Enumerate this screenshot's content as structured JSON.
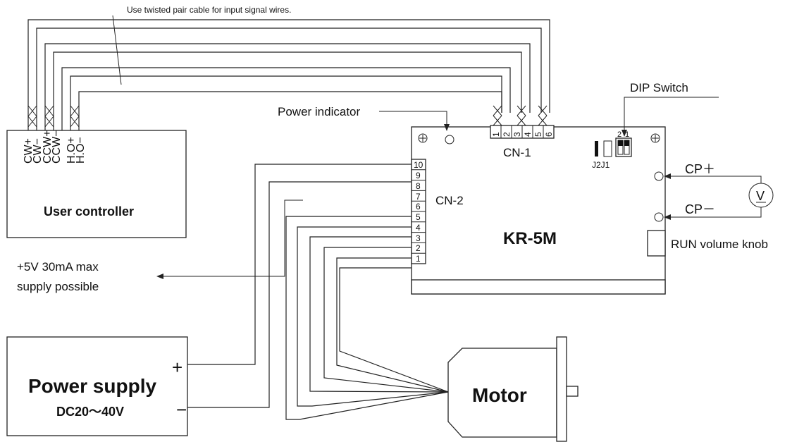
{
  "cable_note": "Use twisted pair cable for input signal wires.",
  "power_indicator": "Power indicator",
  "dip_switch": "DIP Switch",
  "dip_numbers": [
    "2",
    "1"
  ],
  "cn1": {
    "label": "CN-1",
    "pins": [
      "1",
      "2",
      "3",
      "4",
      "5",
      "6"
    ]
  },
  "cn2": {
    "label": "CN-2",
    "pins": [
      "10",
      "9",
      "8",
      "7",
      "6",
      "5",
      "4",
      "3",
      "2",
      "1"
    ]
  },
  "jumpers": "J2J1",
  "cp_plus": "CP＋",
  "cp_minus": "CP－",
  "voltmeter": "V",
  "driver_model": "KR-5M",
  "run_knob": "RUN volume knob",
  "controller": {
    "title": "User controller",
    "signals": [
      "CW+",
      "CW−",
      "CCW+",
      "CCW−",
      "H.O+",
      "H.O−"
    ]
  },
  "supply_note": [
    "+5V 30mA max",
    "supply possible"
  ],
  "power_supply": {
    "title": "Power supply",
    "voltage": "DC20～40V",
    "plus": "+",
    "minus": "−"
  },
  "motor": "Motor"
}
